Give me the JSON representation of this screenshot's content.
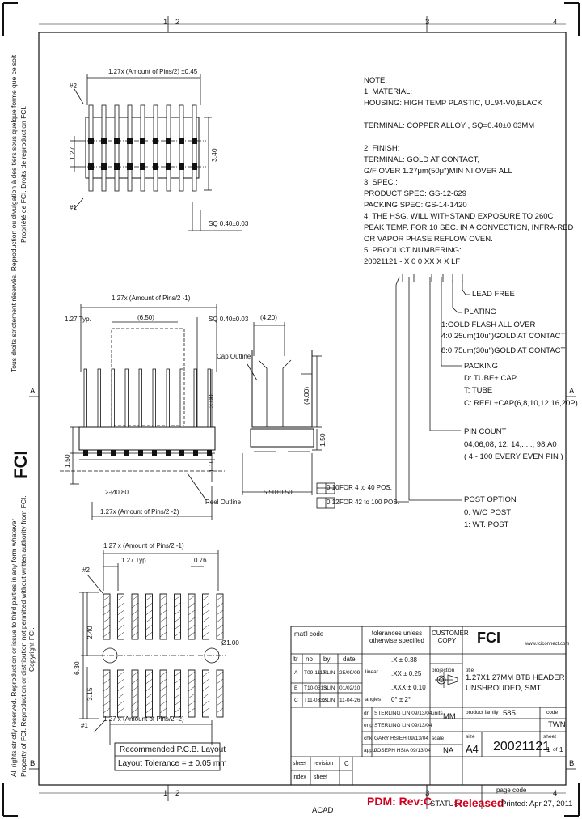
{
  "frame": {
    "zones_top": [
      "1",
      "2",
      "3",
      "4"
    ],
    "zones_side": [
      "A",
      "B"
    ],
    "copyright_1": "Copyright FCI.",
    "copyright_2": "Property of FCI. Reproduction or distribution not permitted without written authority from FCI.",
    "copyright_3": "All rights strictly reserved. Reproduction or issue to third parties in any form whatever",
    "rights_1": "Tous droits strictement réservés. Reproduction ou divulgation à des tiers sous quelque forme que ce soit",
    "rights_2": "Propriété de FCI. Droits de reproduction FCI.",
    "side_logo": "FCI"
  },
  "top_view": {
    "dim_overall": "1.27x (Amount of Pins/2) ±0.45",
    "dim_127": "1.27",
    "dim_340": "3.40",
    "dim_square": "SQ 0.40±0.03",
    "pin_2": "#2",
    "pin_1": "#1"
  },
  "front_view": {
    "dim_overall": "1.27x (Amount of Pins/2 -1)",
    "dim_typ": "1.27 Typ.",
    "dim_650": "(6.50)",
    "dim_square": "SQ 0.40±0.03",
    "dim_300": "3.00",
    "dim_150": "1.50",
    "dim_110": "1.10",
    "dim_2_hole": "2-Ø0.80",
    "dim_bottom": "1.27x (Amount of Pins/2 -2)",
    "cap_outline": "Cap Outline",
    "reel_outline": "Reel Outline"
  },
  "side_view": {
    "dim_420": "(4.20)",
    "dim_400": "(4.00)",
    "dim_150": "1.50",
    "dim_550": "5.50±0.50",
    "tol_1": "0.10",
    "tol_1_note": "FOR 4 to 40 POS.",
    "tol_2": "0.12",
    "tol_2_note": "FOR 42 to 100 POS."
  },
  "pcb_layout": {
    "dim_overall": "1.27 x (Amount of Pins/2 -1)",
    "dim_typ": "1.27 Typ",
    "dim_076": "0.76",
    "dim_240": "2.40",
    "dim_630": "6.30",
    "dim_315": "3.15",
    "dim_bottom": "1.27 x (Amount of Pins/2 -2)",
    "pin_2": "#2",
    "pin_1": "#1",
    "hole_dia": "Ø1.00",
    "title": "Recommended P.C.B. Layout",
    "tolerance": "Layout Tolerance = ± 0.05 mm"
  },
  "notes": {
    "lines": [
      "NOTE:",
      "1. MATERIAL:",
      "   HOUSING: HIGH TEMP PLASTIC, UL94-V0,BLACK",
      "",
      "   TERMINAL: COPPER ALLOY , SQ=0.40±0.03MM",
      "",
      "2. FINISH:",
      "   TERMINAL: GOLD AT CONTACT,",
      "             G/F OVER 1.27μm(50μ\")MIN NI OVER ALL",
      "3. SPEC.:",
      "PRODUCT SPEC: GS-12-629",
      "PACKING SPEC: GS-14-1420",
      "4. THE HSG. WILL WITHSTAND EXPOSURE TO 260C",
      "PEAK TEMP. FOR 10 SEC. IN A CONVECTION, INFRA-RED",
      "OR VAPOR PHASE REFLOW OVEN.",
      "5. PRODUCT NUMBERING:",
      "20021121 - X 0 0 XX X X LF"
    ],
    "lead_free": "LEAD FREE",
    "plating_title": "PLATING",
    "plating_1": "1:GOLD FLASH ALL OVER",
    "plating_4": "4:0.25um(10u\")GOLD AT CONTACT",
    "plating_8": "8:0.75um(30u\")GOLD AT CONTACT",
    "packing_title": "PACKING",
    "packing_d": "D: TUBE+ CAP",
    "packing_t": "T: TUBE",
    "packing_c": "C: REEL+CAP(6,8,10,12,16,20P)",
    "pin_count_title": "PIN COUNT",
    "pin_count_1": "04,06,08, 12, 14,....., 98,A0",
    "pin_count_2": "( 4 - 100 EVERY EVEN PIN )",
    "post_title": "POST OPTION",
    "post_0": "0: W/O POST",
    "post_1": "1: WT. POST"
  },
  "title_block": {
    "matl_code": "mat'l code",
    "tolerances": "tolerances unless otherwise specified",
    "customer_copy": "CUSTOMER COPY",
    "logo": "FCI",
    "website": "www.fciconnect.com",
    "rev_headers": [
      "ltr",
      "no",
      "by",
      "date"
    ],
    "revisions": [
      {
        "ltr": "A",
        "no": "T09-1117",
        "by": "SLIN",
        "date": "25/09/09"
      },
      {
        "ltr": "B",
        "no": "T10-0313",
        "by": "SLIN",
        "date": "01/02/10"
      },
      {
        "ltr": "C",
        "no": "T11-0332",
        "by": "SLIN",
        "date": "11-04-26"
      }
    ],
    "lin_label": "linear",
    "ang_label": "angles",
    "tol_x": ".X ± 0.38",
    "tol_xx": ".XX ± 0.25",
    "tol_xxx": ".XXX ± 0.10",
    "tol_ang": "0° ± 2°",
    "projection": "projection",
    "title_label": "title",
    "title_1": "1.27X1.27MM BTB HEADER",
    "title_2": "UNSHROUDED, SMT",
    "product_family_label": "product family",
    "product_family": "585",
    "code_label": "code",
    "code": "TWN",
    "dr_label": "dr",
    "dr": "STERLING LIN  09/13/04",
    "engr_label": "engr",
    "engr": "STERLING LIN  09/13/04",
    "chk_label": "chk",
    "chk": "GARY HSIEH  09/13/04",
    "appd_label": "appd",
    "appd": "JOSEPH HSIA  09/13/04",
    "units_label": "units",
    "units": "MM",
    "scale_label": "scale",
    "scale": "NA",
    "size_label": "size",
    "size": "A4",
    "drawing_number": "20021121",
    "sheet_label": "sheet",
    "sheet": "1",
    "of": "of",
    "sheet_of": "1",
    "index_header_sheet": "sheet",
    "index_header_revision": "revision",
    "index_header_index": "index",
    "index_c": "C",
    "bottom_sheet": "sheet"
  },
  "footer": {
    "acad": "ACAD",
    "pdm": "PDM: Rev:C",
    "status_label": "STATUS:",
    "status": "Released",
    "page_code": "page code",
    "printed": "Printed: Apr 27, 2011"
  }
}
